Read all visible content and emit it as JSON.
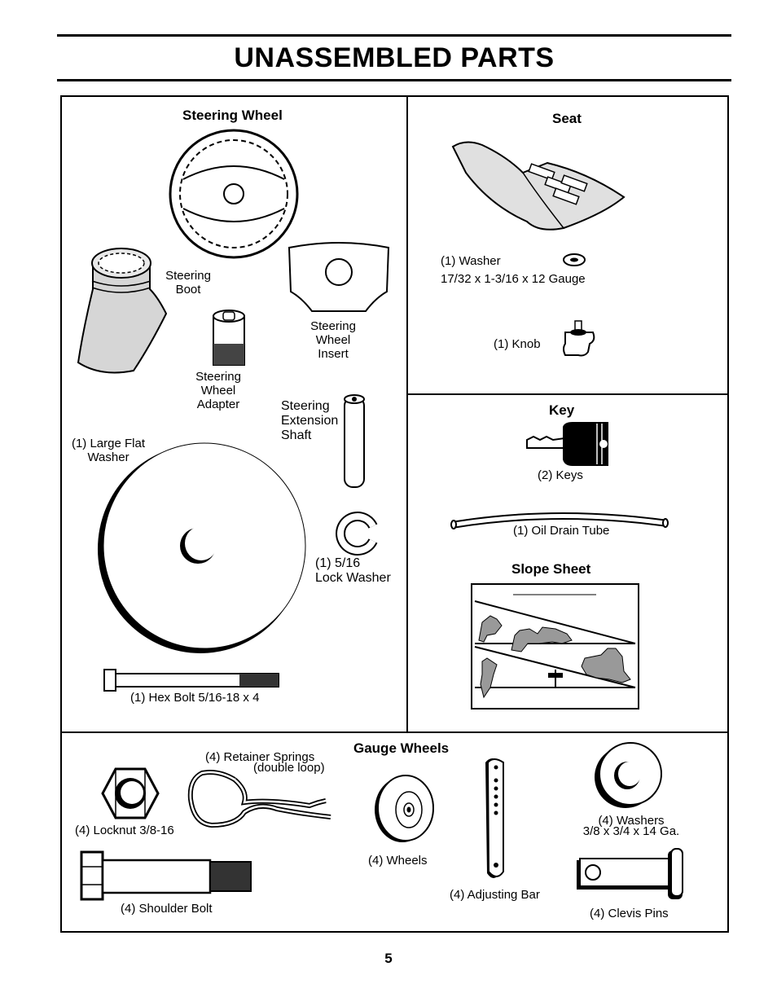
{
  "page": {
    "title": "UNASSEMBLED PARTS",
    "page_number": "5"
  },
  "steering_section": {
    "heading": "Steering Wheel",
    "steering_boot": [
      "Steering",
      "Boot"
    ],
    "steering_wheel_insert": [
      "Steering",
      "Wheel",
      "Insert"
    ],
    "steering_wheel_adapter": [
      "Steering",
      "Wheel",
      "Adapter"
    ],
    "steering_extension_shaft": [
      "Steering",
      "Extension",
      "Shaft"
    ],
    "large_flat_washer": [
      "(1) Large Flat",
      "Washer"
    ],
    "lock_washer": [
      "(1) 5/16",
      "Lock Washer"
    ],
    "hex_bolt": "(1) Hex Bolt 5/16-18 x 4"
  },
  "seat_section": {
    "heading": "Seat",
    "washer": [
      "(1) Washer",
      "17/32 x 1-3/16 x 12 Gauge"
    ],
    "knob": "(1) Knob"
  },
  "key_section": {
    "heading": "Key",
    "keys": "(2) Keys",
    "oil_drain_tube": "(1) Oil Drain Tube",
    "slope_heading": "Slope Sheet"
  },
  "gauge_section": {
    "heading": "Gauge Wheels",
    "retainer_springs": [
      "(4)  Retainer Springs",
      "(double loop)"
    ],
    "locknut": "(4) Locknut  3/8-16",
    "shoulder_bolt": "(4) Shoulder Bolt",
    "wheels": "(4) Wheels",
    "adjusting_bar": "(4) Adjusting Bar",
    "washers": [
      "(4) Washers",
      "3/8 x 3/4 x 14 Ga."
    ],
    "clevis_pins": "(4) Clevis Pins"
  }
}
